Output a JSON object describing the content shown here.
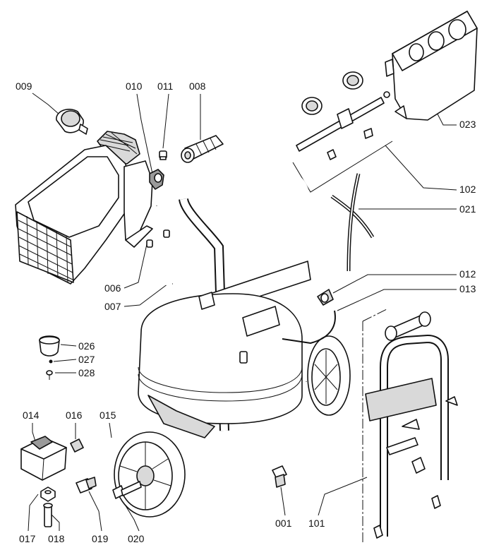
{
  "diagram": {
    "part_labels": {
      "p009": "009",
      "p010": "010",
      "p011": "011",
      "p008": "008",
      "p023": "023",
      "p102": "102",
      "p021": "021",
      "p006": "006",
      "p007": "007",
      "p012": "012",
      "p013": "013",
      "p026": "026",
      "p027": "027",
      "p028": "028",
      "p014": "014",
      "p016": "016",
      "p015": "015",
      "p017": "017",
      "p018": "018",
      "p019": "019",
      "p020": "020",
      "p001": "001",
      "p101": "101"
    }
  }
}
